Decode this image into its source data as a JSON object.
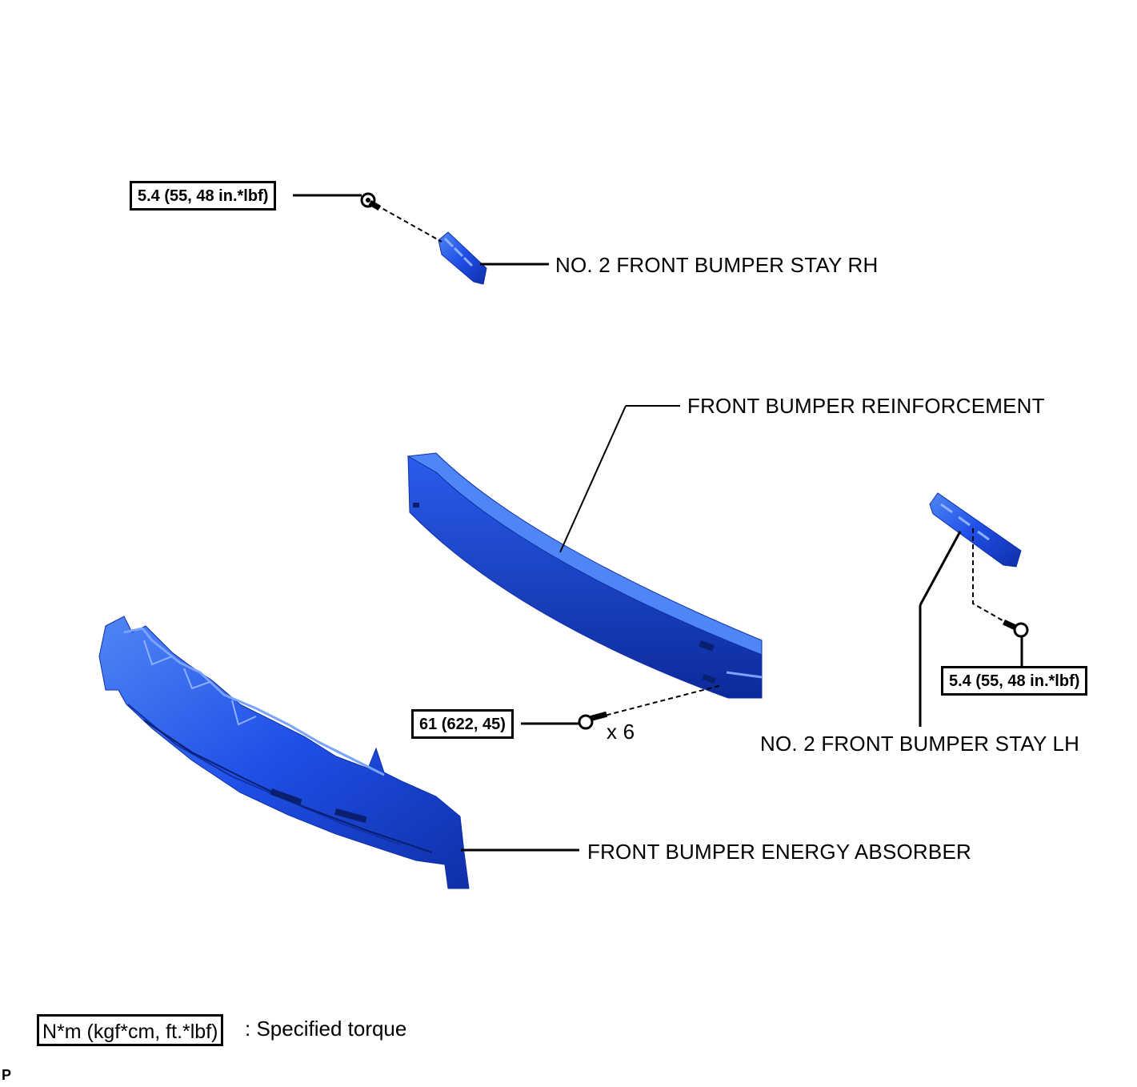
{
  "parts": {
    "stay_rh": "NO. 2 FRONT BUMPER STAY RH",
    "reinforcement": "FRONT BUMPER REINFORCEMENT",
    "stay_lh": "NO. 2 FRONT BUMPER STAY LH",
    "energy_absorber": "FRONT BUMPER ENERGY ABSORBER"
  },
  "torques": {
    "stay_rh_bolt": "5.4 (55, 48 in.*lbf)",
    "stay_lh_bolt": "5.4 (55, 48 in.*lbf)",
    "reinforcement_bolt": "61 (622, 45)"
  },
  "bolt_count": "x 6",
  "legend": {
    "unit": "N*m (kgf*cm, ft.*lbf)",
    "description": ": Specified torque"
  },
  "corner_mark": "P",
  "colors": {
    "part_fill": "#1f4fe6",
    "part_light": "#4f86f5",
    "part_dark": "#0f2fa8",
    "line": "#000000"
  }
}
